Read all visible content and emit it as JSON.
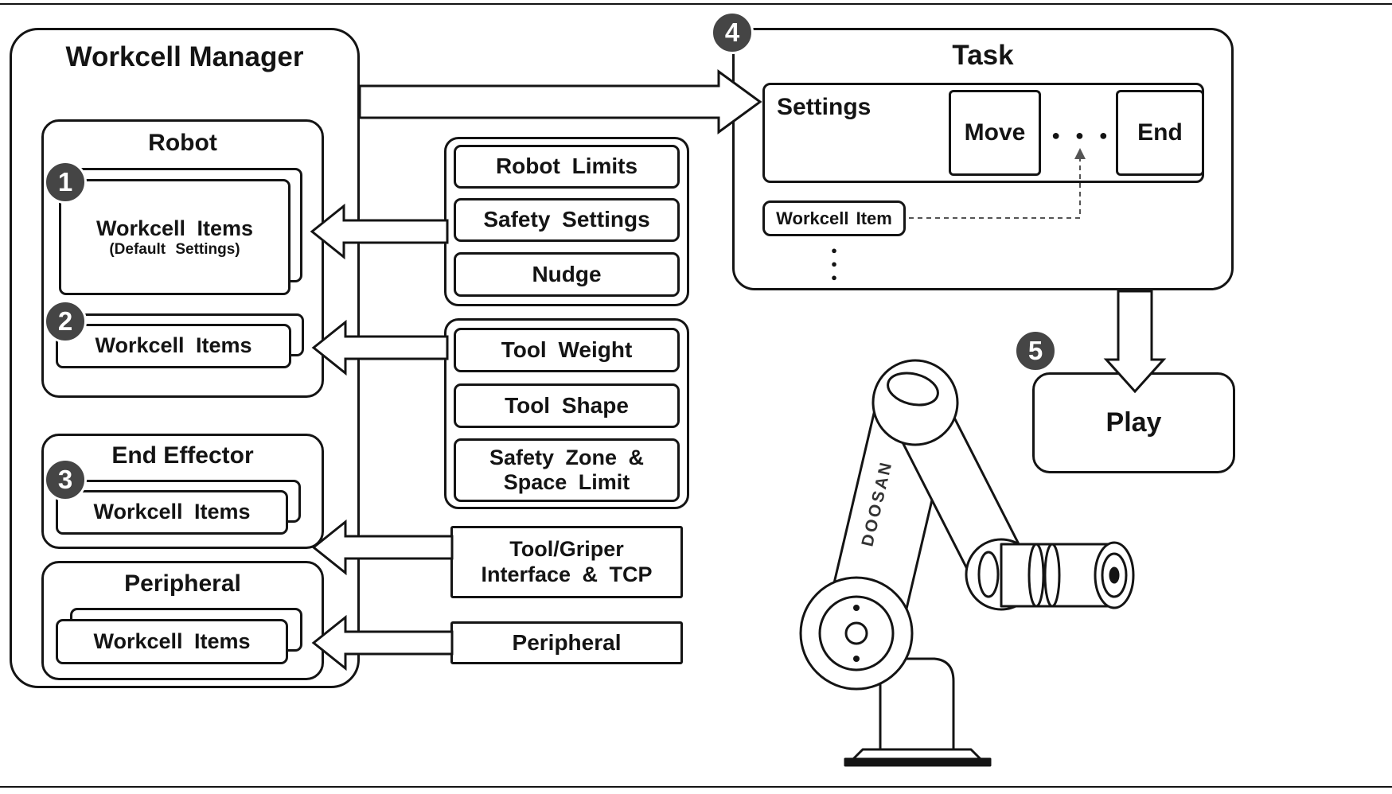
{
  "workcell_manager": {
    "title": "Workcell Manager",
    "robot": {
      "title": "Robot",
      "badge_default_settings": "1",
      "default_items_label": "Workcell Items",
      "default_items_sublabel": "(Default Settings)",
      "badge_workcell_items": "2",
      "items_label": "Workcell Items"
    },
    "end_effector": {
      "title": "End Effector",
      "badge": "3",
      "items_label": "Workcell Items"
    },
    "peripheral": {
      "title": "Peripheral",
      "items_label": "Workcell Items"
    }
  },
  "parameter_groups": {
    "robot_group": [
      "Robot Limits",
      "Safety Settings",
      "Nudge"
    ],
    "tool_group": [
      "Tool Weight",
      "Tool Shape"
    ],
    "safety_zone": {
      "line1": "Safety Zone &",
      "line2": "Space Limit"
    },
    "tool_gripper": {
      "line1": "Tool/Griper",
      "line2": "Interface & TCP"
    },
    "peripheral_label": "Peripheral"
  },
  "task": {
    "badge": "4",
    "title": "Task",
    "settings_label": "Settings",
    "move_label": "Move",
    "dots_icon": "● ● ●",
    "end_label": "End",
    "workcell_item_label": "Workcell Item",
    "vdots_icon": "●\n●\n●"
  },
  "play": {
    "badge": "5",
    "label": "Play"
  },
  "robot_illustration": {
    "brand_label": "DOOSAN"
  },
  "colors": {
    "badge_fill": "#454545",
    "line": "#141414",
    "dash": "#555555"
  }
}
